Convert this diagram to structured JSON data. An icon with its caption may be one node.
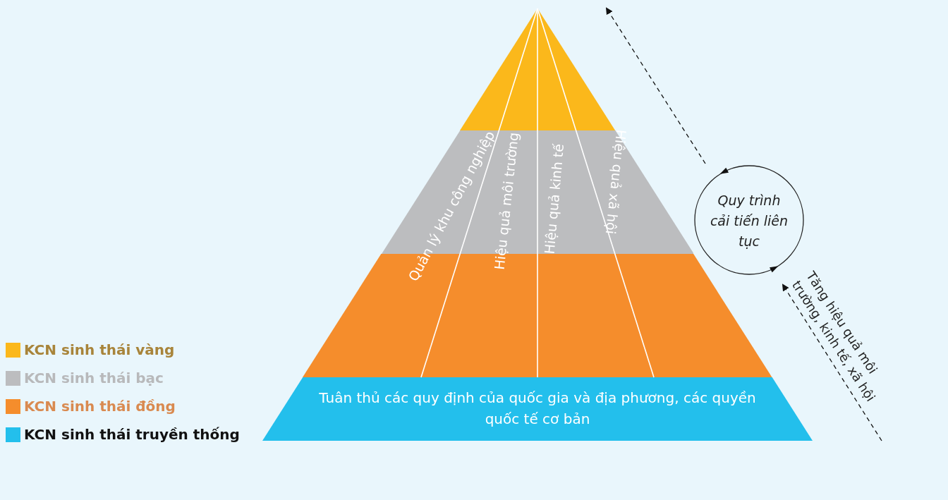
{
  "diagram": {
    "nodes": [
      {
        "text": [],
        "shape": "band"
      },
      {
        "text": [],
        "shape": "band"
      },
      {
        "text": [],
        "shape": "band"
      },
      {
        "text": [
          "Tuân thủ các quy định của quốc gia và địa phương, các quyền quốc tế cơ bản"
        ]
      },
      {
        "text": [
          "Quy trình cải tiến liên tục"
        ]
      }
    ],
    "labels": [
      "Quản lý khu công nghiệp",
      "Hiệu quả môi trường",
      "Hiệu quả kinh tế",
      "Hiệu quả xã hội",
      "Tăng hiệu quả môi trường, kinh tế, xã hội"
    ],
    "legend": [
      {
        "text": "KCN sinh thái vàng",
        "color": "#fbb81b"
      },
      {
        "text": "KCN sinh thái bạc",
        "color": "#bcbdbf"
      },
      {
        "text": "KCN sinh thái đồng",
        "color": "#f58d2c"
      },
      {
        "text": "KCN sinh thái truyền thống",
        "color": "#23bfec"
      }
    ]
  }
}
